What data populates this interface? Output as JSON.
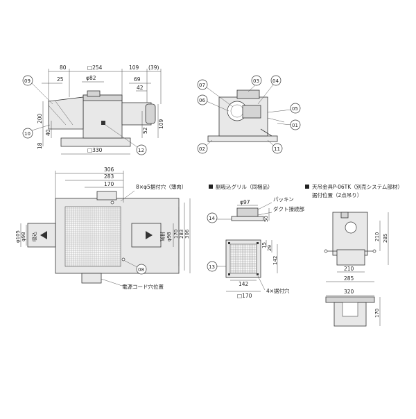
{
  "callouts": {
    "c09": "09",
    "c10": "10",
    "c12": "12",
    "c07": "07",
    "c03": "03",
    "c04": "04",
    "c06": "06",
    "c05": "05",
    "c01": "01",
    "c02": "02",
    "c11": "11",
    "c08": "08",
    "c14": "14",
    "c13": "13"
  },
  "top_left_view": {
    "d80": "80",
    "d254": "□254",
    "d109": "109",
    "d39": "(39)",
    "d25": "25",
    "d82": "φ82",
    "d69": "69",
    "d42": "42",
    "d200": "200",
    "d40": "40",
    "d52": "52",
    "d109v": "109",
    "d18": "18",
    "d330": "□330"
  },
  "plan_view": {
    "d306": "306",
    "d283": "283",
    "d170": "170",
    "holes_note": "8×φ5据付穴（薄肉）",
    "phi105": "φ105",
    "phi98l": "φ98",
    "phi98r": "φ98",
    "d170v": "170",
    "d283v": "283",
    "d306v": "306",
    "in_label": "吸込",
    "out_label": "排気",
    "cord_note": "電源コード穴位置"
  },
  "grille": {
    "heading": "副吸込グリル（同梱品）",
    "phi97": "φ97",
    "packing": "パッキン",
    "duct_joint": "ダクト接続部",
    "d50": "50",
    "d15": "15",
    "d29": "29",
    "d142v": "142",
    "d142": "142",
    "d170": "□170",
    "holes": "4×据付穴"
  },
  "ceiling_bracket": {
    "heading": "天吊金具P-06TK（別売システム部材）",
    "sub": "据付位置（2点吊り）",
    "d210v": "210",
    "d285v": "285",
    "d210": "210",
    "d285": "285",
    "d320": "320",
    "d170v": "170"
  }
}
